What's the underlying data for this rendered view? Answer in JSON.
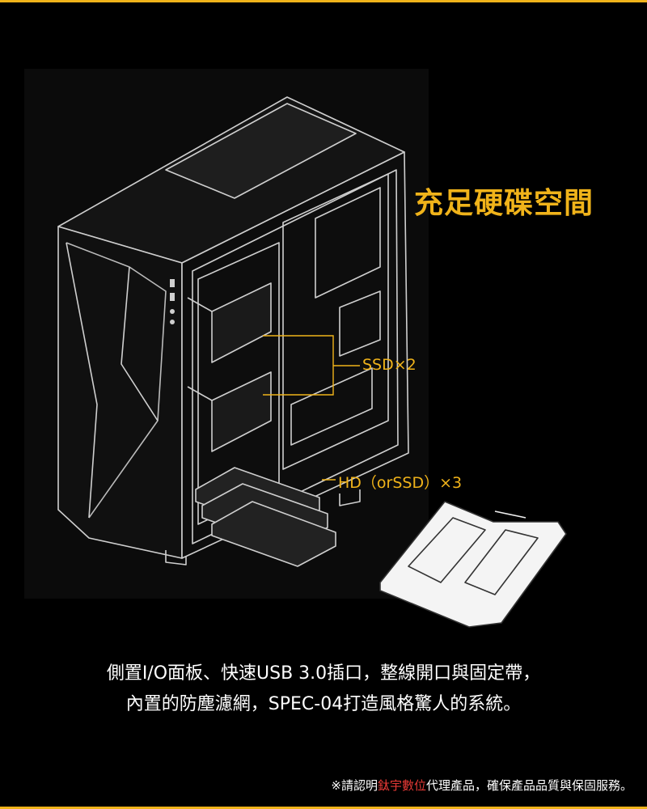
{
  "headline": "充足硬碟空間",
  "callouts": {
    "ssd": "SSD×2",
    "hd": "HD（orSSD）×3"
  },
  "description": {
    "line1": "側置I/O面板、快速USB 3.0插口，整線開口與固定帶，",
    "line2": "內置的防塵濾網，SPEC-04打造風格驚人的系統。"
  },
  "footer": {
    "prefix": "※請認明",
    "highlight": "鈦宇數位",
    "suffix": "代理產品，確保產品品質與保固服務。"
  },
  "colors": {
    "accent": "#f0b31a",
    "highlight": "#e53935",
    "background": "#000000",
    "line": "#d0d0d0"
  }
}
